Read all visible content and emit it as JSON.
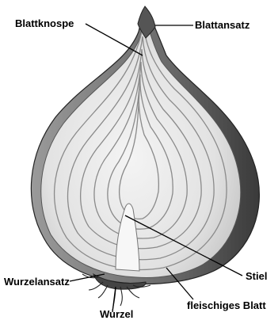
{
  "labels": {
    "blattknospe": "Blattknospe",
    "blattansatz": "Blattansatz",
    "stiel": "Stiel",
    "wurzelansatz": "Wurzelansatz",
    "wurzel": "Wurzel",
    "fleischiges_blatt": "fleischiges Blatt"
  },
  "colors": {
    "background": "#ffffff",
    "label_text": "#000000",
    "flesh": "#e6e6e6",
    "skin": "#5a5a5a"
  }
}
